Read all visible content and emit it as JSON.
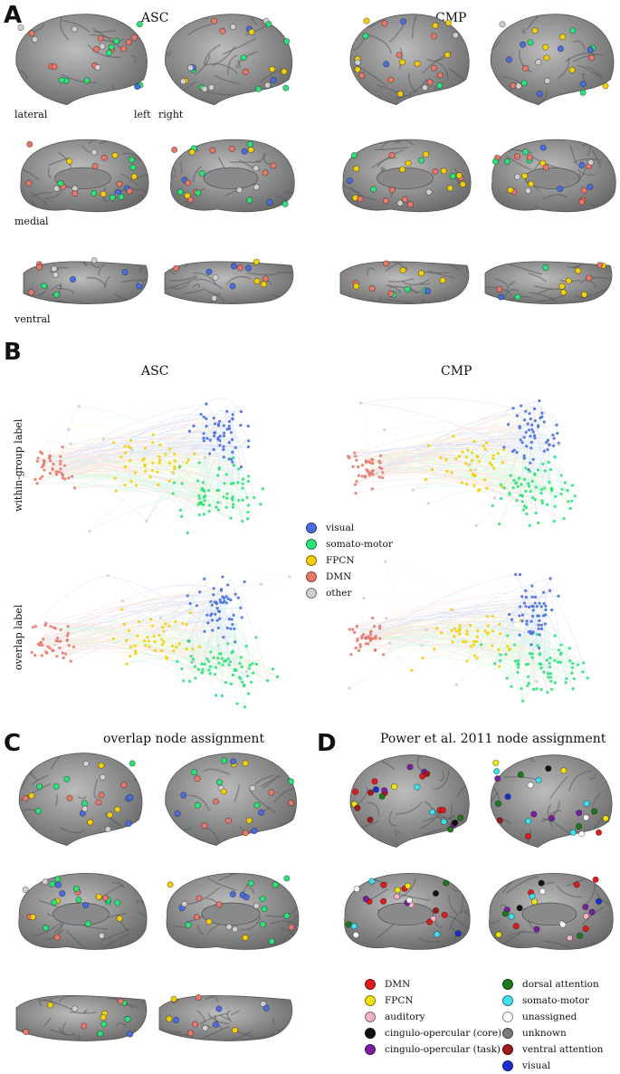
{
  "panels": {
    "a": {
      "letter": "A",
      "titles": [
        "ASC",
        "CMP"
      ],
      "view_labels": [
        "lateral",
        "left",
        "right",
        "medial",
        "ventral"
      ]
    },
    "b": {
      "letter": "B",
      "titles": [
        "ASC",
        "CMP"
      ],
      "row_labels": [
        "within-group label",
        "overlap label"
      ],
      "legend": [
        {
          "label": "visual",
          "color": "#4a6ee0"
        },
        {
          "label": "somato-motor",
          "color": "#2ee27a"
        },
        {
          "label": "FPCN",
          "color": "#f2cf0a"
        },
        {
          "label": "DMN",
          "color": "#e8786a"
        },
        {
          "label": "other",
          "color": "#cfcfcf"
        }
      ]
    },
    "c": {
      "letter": "C",
      "title": "overlap node assignment"
    },
    "d": {
      "letter": "D",
      "title": "Power et al. 2011 node assignment",
      "legend": [
        {
          "label": "DMN",
          "color": "#e01b1b"
        },
        {
          "label": "FPCN",
          "color": "#f2e40a"
        },
        {
          "label": "auditory",
          "color": "#f0b3c8"
        },
        {
          "label": "cingulo-opercular (core)",
          "color": "#111111"
        },
        {
          "label": "cingulo-opercular (task)",
          "color": "#7a1fa0"
        },
        {
          "label": "dorsal attention",
          "color": "#1b7a1b"
        },
        {
          "label": "somato-motor",
          "color": "#3fe0f0"
        },
        {
          "label": "unassigned",
          "color": "#ffffff"
        },
        {
          "label": "unknown",
          "color": "#7a7a7a"
        },
        {
          "label": "ventral attention",
          "color": "#a01b1b"
        },
        {
          "label": "visual",
          "color": "#1b2ed0"
        }
      ]
    }
  }
}
